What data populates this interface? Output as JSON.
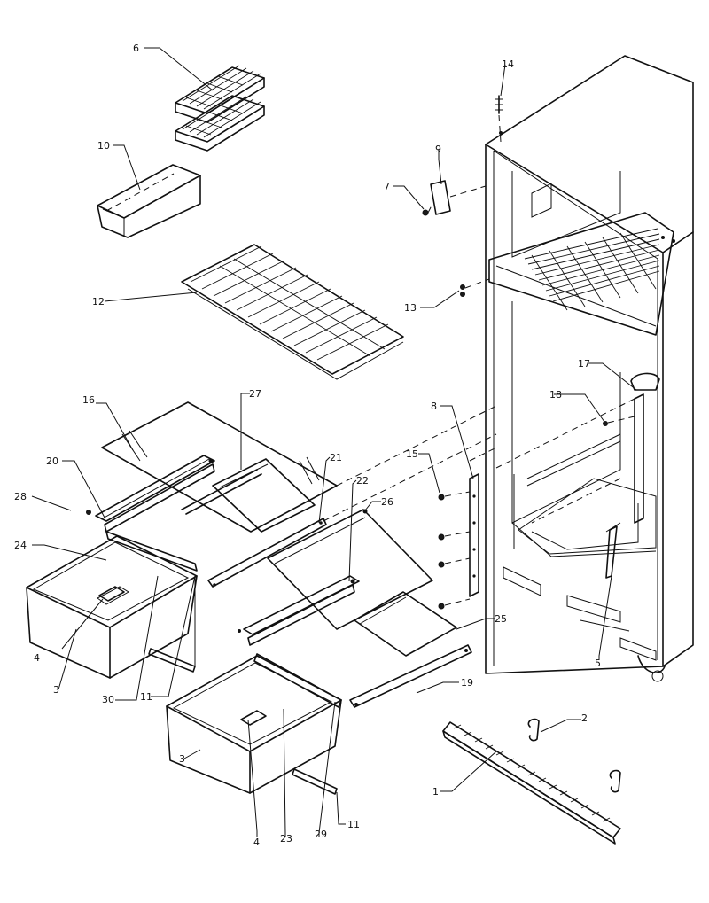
{
  "callouts": {
    "c1": "1",
    "c2": "2",
    "c3a": "3",
    "c3b": "3",
    "c4a": "4",
    "c4b": "4",
    "c5": "5",
    "c6": "6",
    "c7": "7",
    "c8": "8",
    "c9": "9",
    "c10": "10",
    "c11a": "11",
    "c11b": "11",
    "c12": "12",
    "c13": "13",
    "c14": "14",
    "c15": "15",
    "c16": "16",
    "c17": "17",
    "c18": "18",
    "c19": "19",
    "c20": "20",
    "c21": "21",
    "c22": "22",
    "c23": "23",
    "c24": "24",
    "c25": "25",
    "c26": "26",
    "c27": "27",
    "c28": "28",
    "c29": "29",
    "c30": "30"
  }
}
